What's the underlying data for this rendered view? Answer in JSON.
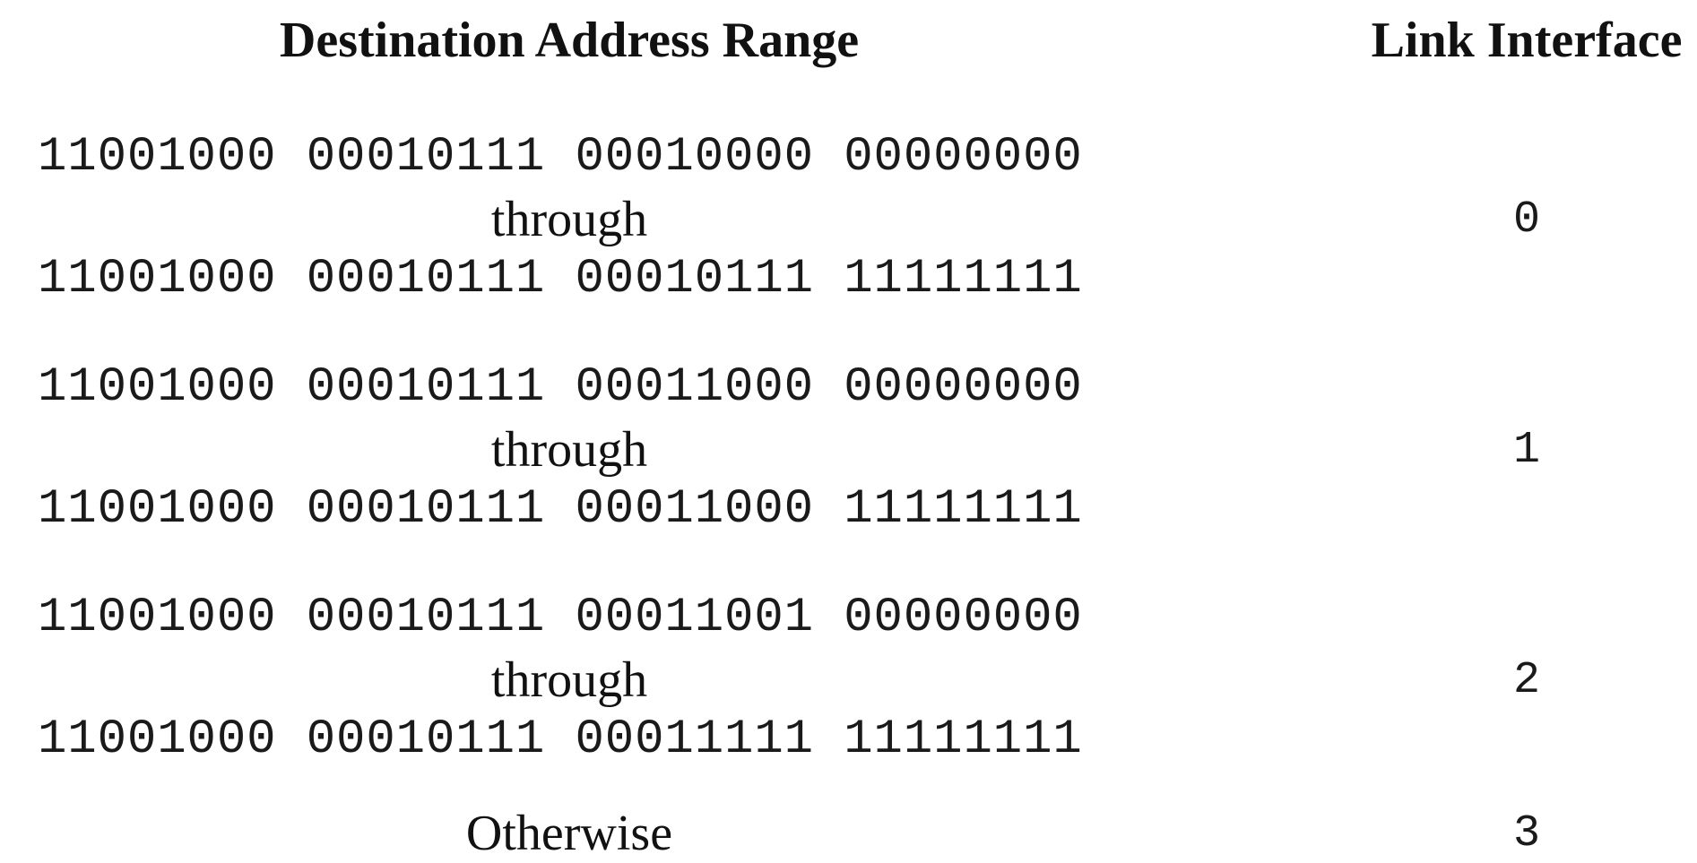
{
  "header": {
    "range_label": "Destination Address Range",
    "interface_label": "Link Interface"
  },
  "rows": [
    {
      "from": "11001000 00010111 00010000 00000000",
      "through": "through",
      "to": "11001000 00010111 00010111 11111111",
      "interface": "0"
    },
    {
      "from": "11001000 00010111 00011000 00000000",
      "through": "through",
      "to": "11001000 00010111 00011000 11111111",
      "interface": "1"
    },
    {
      "from": "11001000 00010111 00011001 00000000",
      "through": "through",
      "to": "11001000 00010111 00011111 11111111",
      "interface": "2"
    }
  ],
  "otherwise": {
    "label": "Otherwise",
    "interface": "3"
  }
}
